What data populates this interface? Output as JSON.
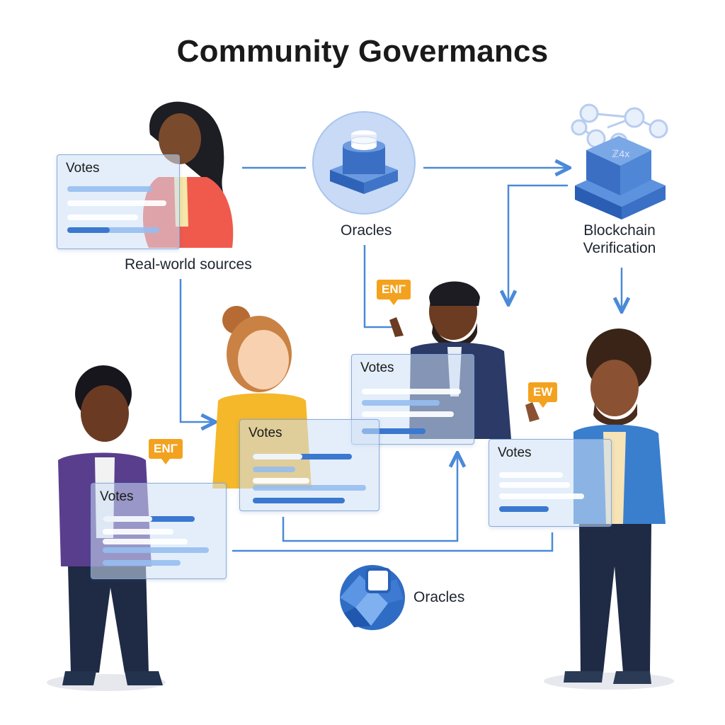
{
  "title": "Community Govermancs",
  "nodes": {
    "oracles_top": "Oracles",
    "blockchain": "Blockchain Verification",
    "real_world": "Real-world sources",
    "oracles_bottom": "Oracles"
  },
  "cube_glyph": "ℤ4x",
  "cards": {
    "woman_left": "Votes",
    "man_center": "Votes",
    "woman_center": "Votes",
    "man_right": "Votes",
    "man_left": "Votes"
  },
  "bubbles": {
    "man_center": "ENΓ",
    "man_right": "EW",
    "man_left": "ENΓ"
  },
  "colors": {
    "accent_blue": "#3b78cf",
    "arrow_blue": "#4a8ad8",
    "bubble_orange": "#f3a21f"
  },
  "icons": [
    "database-icon",
    "blockchain-network-icon",
    "oracle-logo-icon"
  ]
}
